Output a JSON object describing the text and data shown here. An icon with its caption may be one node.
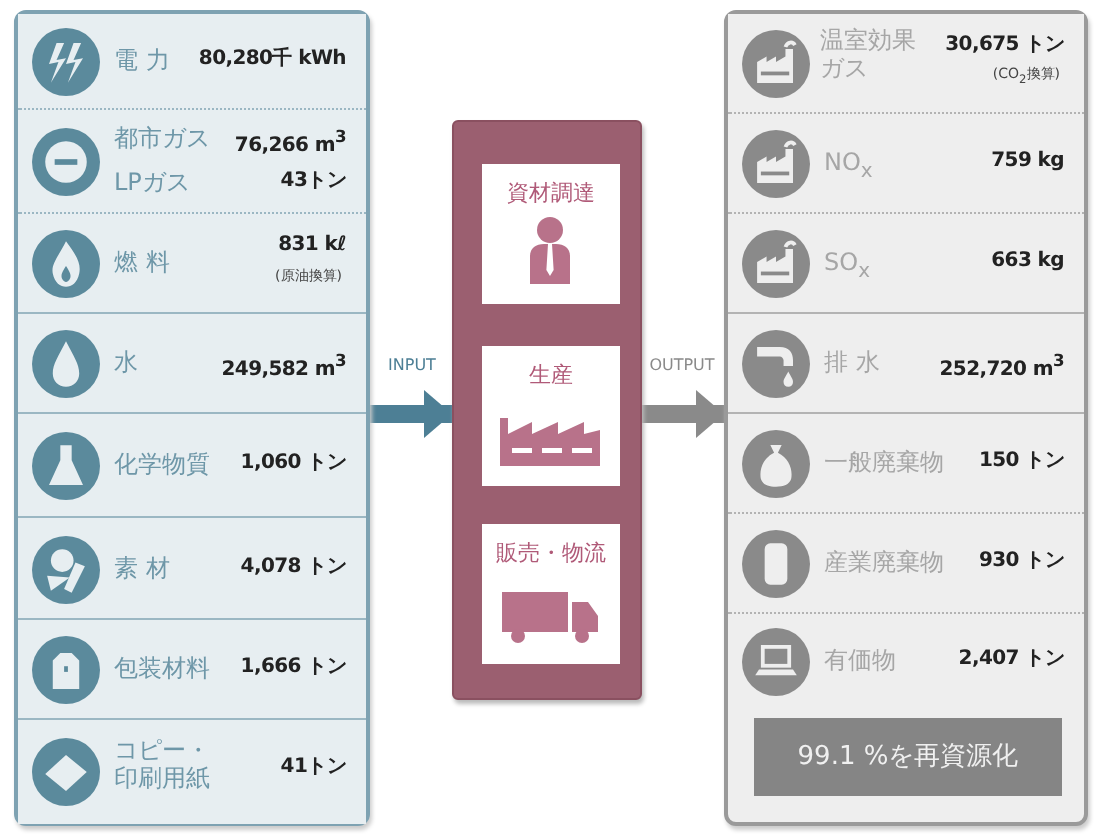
{
  "diagram": {
    "nodes": [
      {
        "text": [],
        "shape": "box"
      },
      {
        "text": [
          "電 力",
          "80,280千 kWh"
        ],
        "in": 0
      },
      {
        "text": [
          "都市ガス",
          "76,266 m$^{3}$",
          "LPガス",
          "43トン"
        ],
        "in": 0
      },
      {
        "text": [
          "燃 料",
          "831 kℓ",
          "(原油換算)"
        ],
        "in": 0
      },
      {
        "text": [
          "水",
          "249,582 m$^{3}$"
        ],
        "in": 0
      },
      {
        "text": [
          "化学物質",
          "1,060 トン"
        ],
        "in": 0
      },
      {
        "text": [
          "素 材",
          "4,078 トン"
        ],
        "in": 0
      },
      {
        "text": [
          "包装材料",
          "1,666 トン"
        ],
        "in": 0
      },
      {
        "text": [
          "コピー・印刷用紙",
          "41トン"
        ],
        "in": 0
      },
      {
        "text": [],
        "shape": "box"
      },
      {
        "text": [
          "資材調達"
        ],
        "in": 9
      },
      {
        "text": [
          "生産"
        ],
        "in": 9
      },
      {
        "text": [
          "販売・物流"
        ],
        "in": 9
      },
      {
        "text": [],
        "shape": "box"
      },
      {
        "text": [
          "温室効果ガス",
          "30,675 トン",
          "(CO$_{2}$換算)"
        ],
        "in": 13
      },
      {
        "text": [
          "NO$_{x}$",
          "759 kg"
        ],
        "in": 13
      },
      {
        "text": [
          "SO$_{x}$",
          "663 kg"
        ],
        "in": 13
      },
      {
        "text": [
          "排 水",
          "252,720 m$^{3}$"
        ],
        "in": 13
      },
      {
        "text": [
          "一般廃棄物",
          "150 トン"
        ],
        "in": 13
      },
      {
        "text": [
          "産業廃棄物",
          "930 トン"
        ],
        "in": 13
      },
      {
        "text": [
          "有価物",
          "2,407 トン"
        ],
        "in": 13
      },
      {
        "text": [
          "99.1 %を再資源化"
        ],
        "in": 13
      }
    ],
    "edges": [
      {
        "from": 0,
        "to": 9,
        "arrow": "to",
        "label": "INPUT",
        "color": "#4d7f95"
      },
      {
        "from": 9,
        "to": 13,
        "arrow": "to",
        "label": "OUTPUT",
        "color": "#8a8a8a"
      }
    ]
  }
}
